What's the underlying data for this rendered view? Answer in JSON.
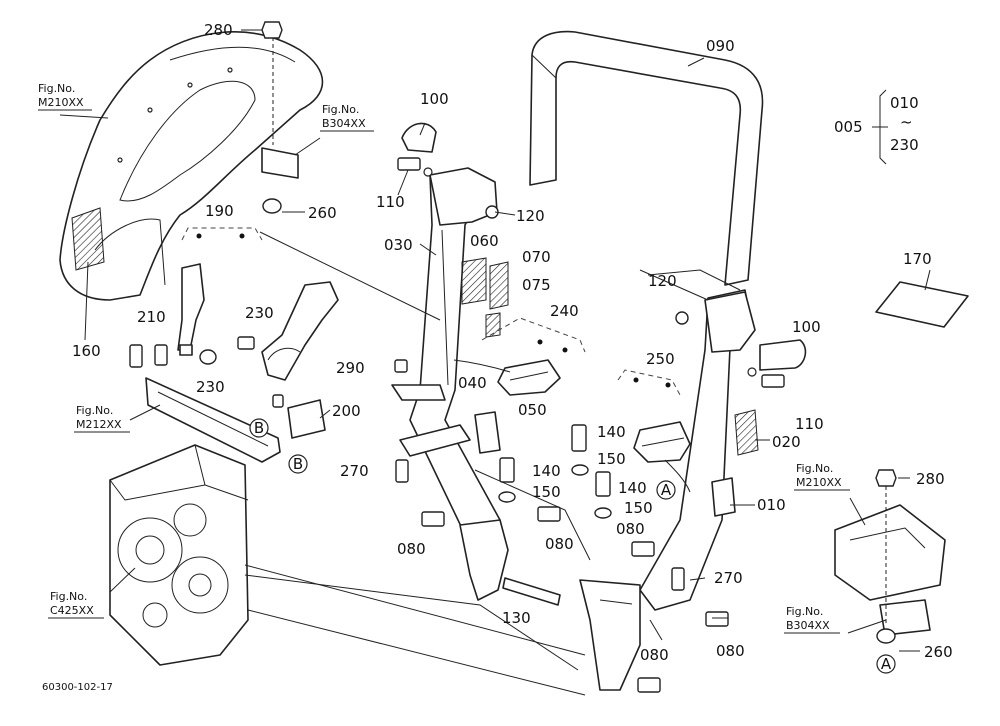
{
  "footer": {
    "code": "60300-102-17"
  },
  "range": {
    "from_label": "005",
    "start": "010",
    "tilde": "~",
    "end": "230"
  },
  "callouts": {
    "c280a": "280",
    "c260a": "260",
    "c190": "190",
    "c210": "210",
    "c230a": "230",
    "c230b": "230",
    "c160": "160",
    "c200": "200",
    "c100a": "100",
    "c110a": "110",
    "c120a": "120",
    "c030": "030",
    "c060": "060",
    "c070": "070",
    "c075": "075",
    "c240": "240",
    "c290": "290",
    "c040": "040",
    "c050": "050",
    "c270a": "270",
    "c140a": "140",
    "c140b": "140",
    "c140c": "140",
    "c150a": "150",
    "c150b": "150",
    "c150c": "150",
    "c080a": "080",
    "c080b": "080",
    "c080c": "080",
    "c080d": "080",
    "c080e": "080",
    "c130": "130",
    "c090": "090",
    "c170": "170",
    "c120b": "120",
    "c100b": "100",
    "c110b": "110",
    "c250": "250",
    "c020": "020",
    "c010": "010",
    "c270b": "270",
    "c280b": "280",
    "c260b": "260"
  },
  "markers": {
    "mB1": "B",
    "mB2": "B",
    "mA1": "A",
    "mA2": "A"
  },
  "fig_refs": {
    "r1a": "Fig.No.",
    "r1b": "M210XX",
    "r2a": "Fig.No.",
    "r2b": "B304XX",
    "r3a": "Fig.No.",
    "r3b": "M212XX",
    "r4a": "Fig.No.",
    "r4b": "C425XX",
    "r5a": "Fig.No.",
    "r5b": "M210XX",
    "r6a": "Fig.No.",
    "r6b": "B304XX"
  }
}
